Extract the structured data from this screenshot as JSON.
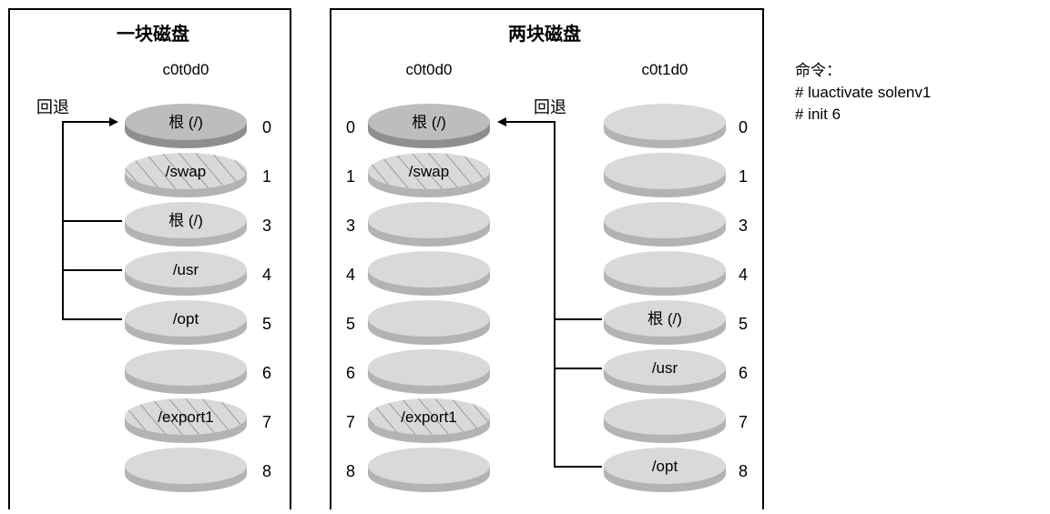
{
  "colors": {
    "platter_fill": "#d9d9d9",
    "platter_edge": "#b3b3b3",
    "active_fill": "#bdbdbd",
    "active_edge": "#8f8f8f",
    "hatch_line": "#8a8a8a",
    "line": "#000000"
  },
  "panels": [
    {
      "title": "一块磁盘",
      "fallback_label": "回退",
      "disks": [
        {
          "name": "c0t0d0",
          "slices": [
            {
              "num": "0",
              "label": "根 (/)",
              "style": "active"
            },
            {
              "num": "1",
              "label": "/swap",
              "style": "hatched"
            },
            {
              "num": "3",
              "label": "根 (/)",
              "style": "plain"
            },
            {
              "num": "4",
              "label": "/usr",
              "style": "plain"
            },
            {
              "num": "5",
              "label": "/opt",
              "style": "plain"
            },
            {
              "num": "6",
              "label": "",
              "style": "plain"
            },
            {
              "num": "7",
              "label": "/export1",
              "style": "hatched"
            },
            {
              "num": "8",
              "label": "",
              "style": "plain"
            }
          ]
        }
      ]
    },
    {
      "title": "两块磁盘",
      "fallback_label": "回退",
      "disks": [
        {
          "name": "c0t0d0",
          "slices": [
            {
              "num": "0",
              "label": "根 (/)",
              "style": "active"
            },
            {
              "num": "1",
              "label": "/swap",
              "style": "hatched"
            },
            {
              "num": "3",
              "label": "",
              "style": "plain"
            },
            {
              "num": "4",
              "label": "",
              "style": "plain"
            },
            {
              "num": "5",
              "label": "",
              "style": "plain"
            },
            {
              "num": "6",
              "label": "",
              "style": "plain"
            },
            {
              "num": "7",
              "label": "/export1",
              "style": "hatched"
            },
            {
              "num": "8",
              "label": "",
              "style": "plain"
            }
          ]
        },
        {
          "name": "c0t1d0",
          "slices": [
            {
              "num": "0",
              "label": "",
              "style": "plain"
            },
            {
              "num": "1",
              "label": "",
              "style": "plain"
            },
            {
              "num": "3",
              "label": "",
              "style": "plain"
            },
            {
              "num": "4",
              "label": "",
              "style": "plain"
            },
            {
              "num": "5",
              "label": "根 (/)",
              "style": "plain"
            },
            {
              "num": "6",
              "label": "/usr",
              "style": "plain"
            },
            {
              "num": "7",
              "label": "",
              "style": "plain"
            },
            {
              "num": "8",
              "label": "/opt",
              "style": "plain"
            }
          ]
        }
      ]
    }
  ],
  "commands": {
    "heading": "命令：",
    "lines": [
      "# luactivate solenv1",
      "# init 6"
    ]
  }
}
